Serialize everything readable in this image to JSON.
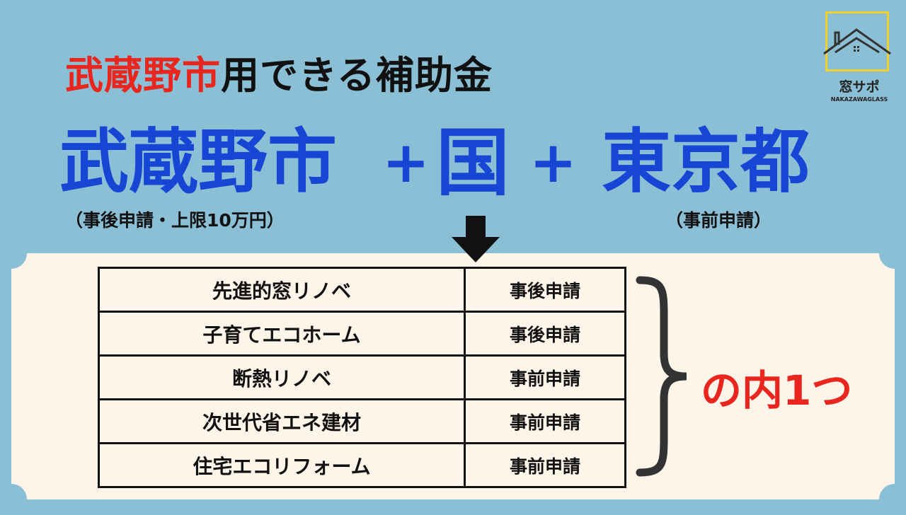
{
  "title": {
    "highlight": "武蔵野市",
    "rest": "用できる補助金"
  },
  "headline": {
    "city": "武蔵野市",
    "plus1": "+",
    "country": "国",
    "plus2": "+",
    "tokyo": "東京都"
  },
  "notes": {
    "city": "（事後申請・上限10万円）",
    "tokyo": "（事前申請）"
  },
  "table": {
    "rows": [
      {
        "name": "先進的窓リノベ",
        "timing": "事後申請"
      },
      {
        "name": "子育てエコホーム",
        "timing": "事後申請"
      },
      {
        "name": "断熱リノベ",
        "timing": "事前申請"
      },
      {
        "name": "次世代省エネ建材",
        "timing": "事前申請"
      },
      {
        "name": "住宅エコリフォーム",
        "timing": "事前申請"
      }
    ]
  },
  "aside": "の内1つ",
  "logo": {
    "name": "窓サポ",
    "sub": "NAKAZAWAGLASS"
  },
  "colors": {
    "background": "#8bbfd5",
    "panel": "#fef5ea",
    "blue": "#1746d4",
    "red": "#e8261e",
    "logo_frame": "#f2d12b"
  }
}
